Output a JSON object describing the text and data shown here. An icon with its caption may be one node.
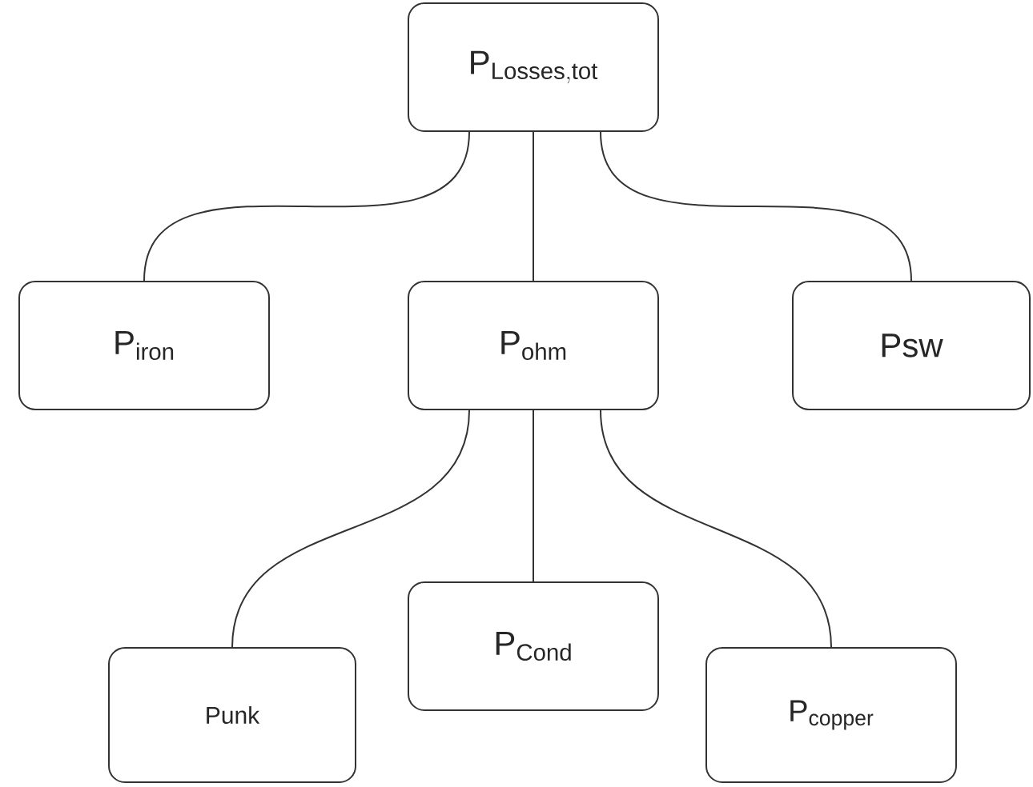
{
  "diagram": {
    "nodes": [
      {
        "text": [
          "\\mathrm{P}_{\\mathrm{Losses,tot}}"
        ]
      },
      {
        "text": [
          "\\mathrm{P}_{\\mathrm{iron}}"
        ]
      },
      {
        "text": [
          "\\mathrm{P}_{\\mathrm{ohm}}"
        ]
      },
      {
        "text": [
          "Psw"
        ]
      },
      {
        "text": [
          "Punk"
        ]
      },
      {
        "text": [
          "\\mathrm{P}_{\\mathrm{Cond}}"
        ]
      },
      {
        "text": [
          "\\mathrm{P}_{\\mathrm{copper}}"
        ]
      }
    ],
    "edges": [
      {
        "from": 0,
        "to": 1,
        "arrow": "none"
      },
      {
        "from": 0,
        "to": 2,
        "arrow": "none"
      },
      {
        "from": 0,
        "to": 3,
        "arrow": "none"
      },
      {
        "from": 2,
        "to": 4,
        "arrow": "none"
      },
      {
        "from": 2,
        "to": 5,
        "arrow": "none"
      },
      {
        "from": 2,
        "to": 6,
        "arrow": "none"
      }
    ]
  }
}
